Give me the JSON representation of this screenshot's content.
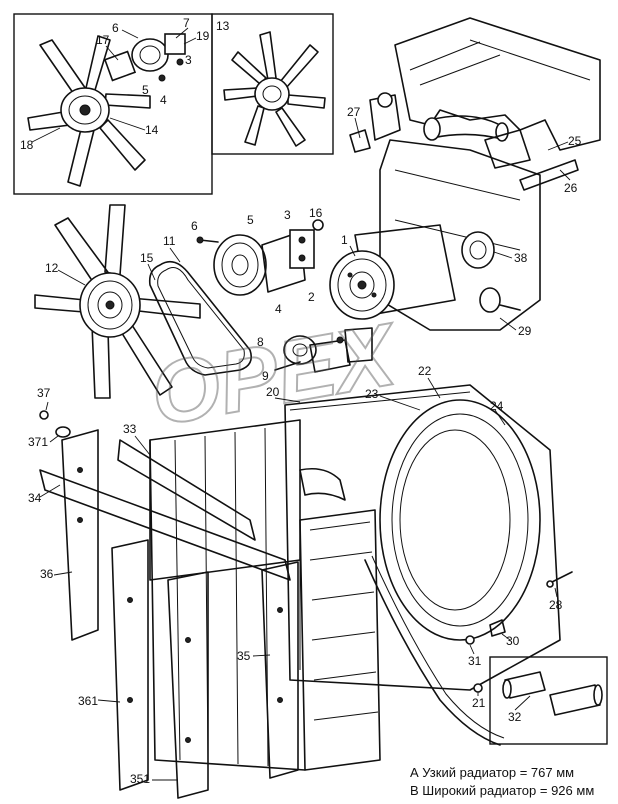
{
  "figure": {
    "watermark": "OPEX",
    "insets": [
      {
        "id": "fan-assembly-a"
      },
      {
        "id": "fan-assembly-b",
        "label": "13"
      },
      {
        "id": "hose-detail"
      }
    ],
    "callouts": [
      {
        "label": "6"
      },
      {
        "label": "17"
      },
      {
        "label": "7"
      },
      {
        "label": "19"
      },
      {
        "label": "3"
      },
      {
        "label": "5"
      },
      {
        "label": "4"
      },
      {
        "label": "18"
      },
      {
        "label": "14"
      },
      {
        "label": "13"
      },
      {
        "label": "27"
      },
      {
        "label": "25"
      },
      {
        "label": "26"
      },
      {
        "label": "6"
      },
      {
        "label": "5"
      },
      {
        "label": "3"
      },
      {
        "label": "16"
      },
      {
        "label": "1"
      },
      {
        "label": "12"
      },
      {
        "label": "15"
      },
      {
        "label": "11"
      },
      {
        "label": "38"
      },
      {
        "label": "2"
      },
      {
        "label": "4"
      },
      {
        "label": "29"
      },
      {
        "label": "8"
      },
      {
        "label": "9"
      },
      {
        "label": "20"
      },
      {
        "label": "23"
      },
      {
        "label": "22"
      },
      {
        "label": "24"
      },
      {
        "label": "37"
      },
      {
        "label": "371"
      },
      {
        "label": "33"
      },
      {
        "label": "34"
      },
      {
        "label": "36"
      },
      {
        "label": "35"
      },
      {
        "label": "28"
      },
      {
        "label": "30"
      },
      {
        "label": "31"
      },
      {
        "label": "21"
      },
      {
        "label": "32"
      },
      {
        "label": "361"
      },
      {
        "label": "351"
      }
    ]
  },
  "legend": {
    "line_a": "А Узкий радиатор = 767 мм",
    "line_b": "В Широкий радиатор = 926 мм"
  }
}
